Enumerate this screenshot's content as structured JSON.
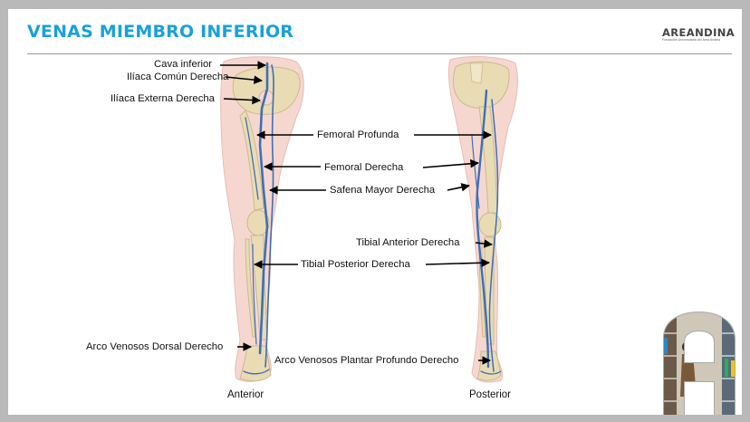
{
  "slide": {
    "title": "VENAS MIEMBRO INFERIOR",
    "logo": {
      "name": "AREANDINA",
      "subtitle": "Fundación Universitaria del Área Andina"
    }
  },
  "labels": {
    "cava_inferior": "Cava inferior",
    "iliaca_comun_derecha": "Ilíaca Común Derecha",
    "iliaca_externa_derecha": "Ilíaca Externa Derecha",
    "femoral_profunda": "Femoral Profunda",
    "femoral_derecha": "Femoral Derecha",
    "safena_mayor_derecha": "Safena Mayor Derecha",
    "tibial_anterior_derecha": "Tibial Anterior Derecha",
    "tibial_posterior_derecha": "Tibial Posterior Derecha",
    "arco_venoso_dorsal_derecho": "Arco Venosos Dorsal Derecho",
    "arco_venoso_plantar_profundo_derecho": "Arco Venosos Plantar Profundo Derecho"
  },
  "captions": {
    "anterior": "Anterior",
    "posterior": "Posterior"
  },
  "colors": {
    "title": "#1aa0dc",
    "vein": "#3f6fb8",
    "bone": "#e9dcb4",
    "skin": "#f6d7cf"
  }
}
